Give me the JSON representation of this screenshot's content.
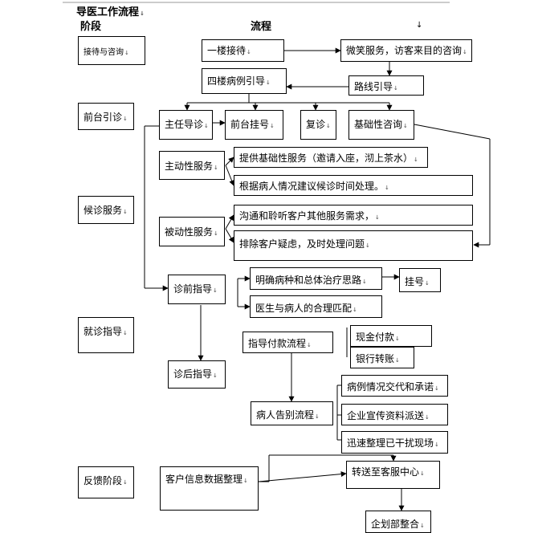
{
  "title": "导医工作流程",
  "headers": {
    "stage": "阶段",
    "flow": "流程"
  },
  "stages": {
    "reception": "接待与咨询",
    "front": "前台引诊",
    "waiting": "候诊服务",
    "visit": "就诊指导",
    "feedback": "反馈阶段"
  },
  "flow": {
    "first_floor": "一楼接待",
    "smile": "微笑服务，访客来目的咨询",
    "fourth_floor": "四楼病例引导",
    "route": "路线引导",
    "director": "主任导诊",
    "front_register": "前台挂号",
    "revisit": "复诊",
    "basic_consult": "基础性咨询",
    "active": "主动性服务",
    "passive": "被动性服务",
    "provide_basic": "提供基础性服务（邀请入座，沏上茶水）",
    "wait_advice": "根据病人情况建议候诊时间处理。",
    "communicate": "沟通和聆听客户其他服务需求，",
    "resolve": "排除客户疑虑，及时处理问题",
    "pre_guide": "诊前指导",
    "clarify": "明确病种和总体治疗思路",
    "register": "挂号",
    "match": "医生与病人的合理匹配",
    "payment": "指导付款流程",
    "cash": "现金付款",
    "bank": "银行转账",
    "post_guide": "诊后指导",
    "explain": "病例情况交代和承诺",
    "promo": "企业宣传资料派送",
    "tidy": "迅速整理已干扰现场",
    "farewell": "病人告别流程",
    "customer_data": "客户信息数据整理",
    "transfer": "转送至客服中心",
    "planning": "企划部整合"
  }
}
